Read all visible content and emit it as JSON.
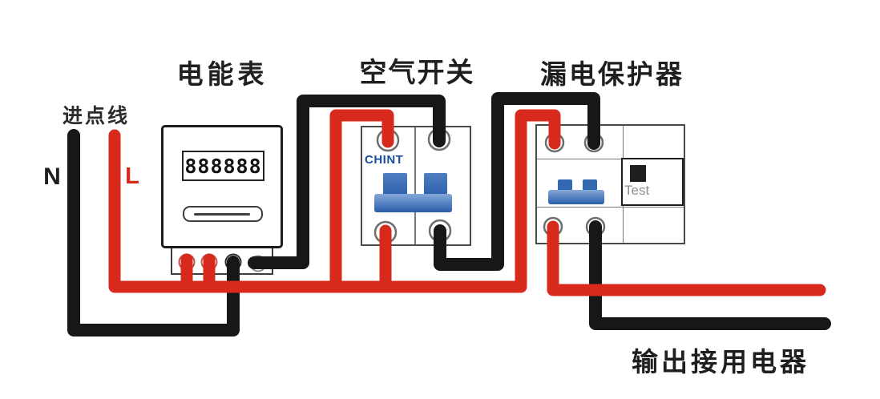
{
  "colors": {
    "live_wire": "#d8291d",
    "neutral_wire": "#171717",
    "toggle_blue": "#3568b2",
    "brand_blue": "#1b4e9b",
    "test_text_gray": "#909090",
    "test_button_black": "#1f1f1f",
    "label_text": "#1f1f1f"
  },
  "labels": {
    "incoming_line": "进点线",
    "neutral": "N",
    "live": "L",
    "output": "输出接用电器"
  },
  "meter": {
    "title": "电能表",
    "display_value": "888888"
  },
  "air_switch": {
    "title": "空气开关",
    "brand": "CHINT"
  },
  "leakage_protector": {
    "title": "漏电保护器",
    "test_button_label": "Test"
  }
}
